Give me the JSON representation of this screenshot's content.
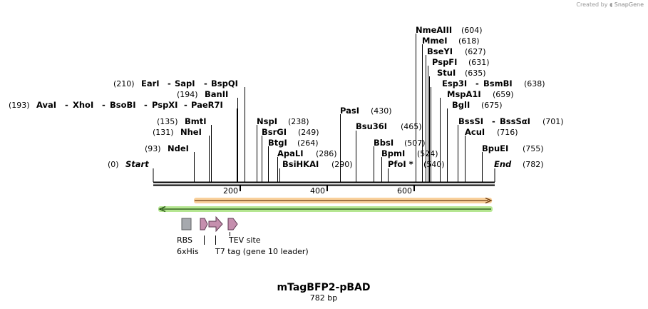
{
  "credit": {
    "prefix": "Created by",
    "brand": "SnapGene"
  },
  "title": "mTagBFP2-pBAD",
  "subtitle": "782 bp",
  "termini": {
    "start": {
      "label": "Start",
      "pos": "(0)"
    },
    "end": {
      "label": "End",
      "pos": "(782)"
    }
  },
  "ticks": [
    "200",
    "400",
    "600"
  ],
  "enzymes": [
    {
      "pos": "(604)",
      "names": [
        "NmeAIII"
      ]
    },
    {
      "pos": "(618)",
      "names": [
        "MmeI"
      ]
    },
    {
      "pos": "(627)",
      "names": [
        "BseYI"
      ]
    },
    {
      "pos": "(631)",
      "names": [
        "PspFI"
      ]
    },
    {
      "pos": "(635)",
      "names": [
        "StuI"
      ]
    },
    {
      "pos": "(638)",
      "names": [
        "Esp3I",
        "BsmBI"
      ]
    },
    {
      "pos": "(659)",
      "names": [
        "MspA1I"
      ]
    },
    {
      "pos": "(675)",
      "names": [
        "BglI"
      ]
    },
    {
      "pos": "(701)",
      "names": [
        "BssSI",
        "BssSαI"
      ]
    },
    {
      "pos": "(716)",
      "names": [
        "AcuI"
      ]
    },
    {
      "pos": "(755)",
      "names": [
        "BpuEI"
      ]
    },
    {
      "pos": "(210)",
      "names": [
        "EarI",
        "SapI",
        "BspQI"
      ]
    },
    {
      "pos": "(194)",
      "names": [
        "BanII"
      ]
    },
    {
      "pos": "(193)",
      "names": [
        "AvaI",
        "XhoI",
        "BsoBI",
        "PspXI",
        "PaeR7I"
      ]
    },
    {
      "pos": "(135)",
      "names": [
        "BmtI"
      ]
    },
    {
      "pos": "(131)",
      "names": [
        "NheI"
      ]
    },
    {
      "pos": "(93)",
      "names": [
        "NdeI"
      ]
    },
    {
      "pos": "(238)",
      "names": [
        "NspI"
      ]
    },
    {
      "pos": "(249)",
      "names": [
        "BsrGI"
      ]
    },
    {
      "pos": "(264)",
      "names": [
        "BtgI"
      ]
    },
    {
      "pos": "(286)",
      "names": [
        "ApaLI"
      ]
    },
    {
      "pos": "(290)",
      "names": [
        "BsiHKAI"
      ]
    },
    {
      "pos": "(430)",
      "names": [
        "PasI"
      ]
    },
    {
      "pos": "(465)",
      "names": [
        "Bsu36I"
      ]
    },
    {
      "pos": "(507)",
      "names": [
        "BbsI"
      ]
    },
    {
      "pos": "(524)",
      "names": [
        "BpmI"
      ]
    },
    {
      "pos": "(540)",
      "names": [
        "PfoI *"
      ]
    }
  ],
  "features": {
    "labels": [
      "RBS",
      "6xHis",
      "TEV site",
      "T7 tag (gene 10 leader)"
    ],
    "colors": {
      "orange_arrow": "#f5b041",
      "green_arrow": "#7ec850",
      "rbs_box": "#a6a9ae",
      "tag_arrows": "#c58fae"
    }
  }
}
